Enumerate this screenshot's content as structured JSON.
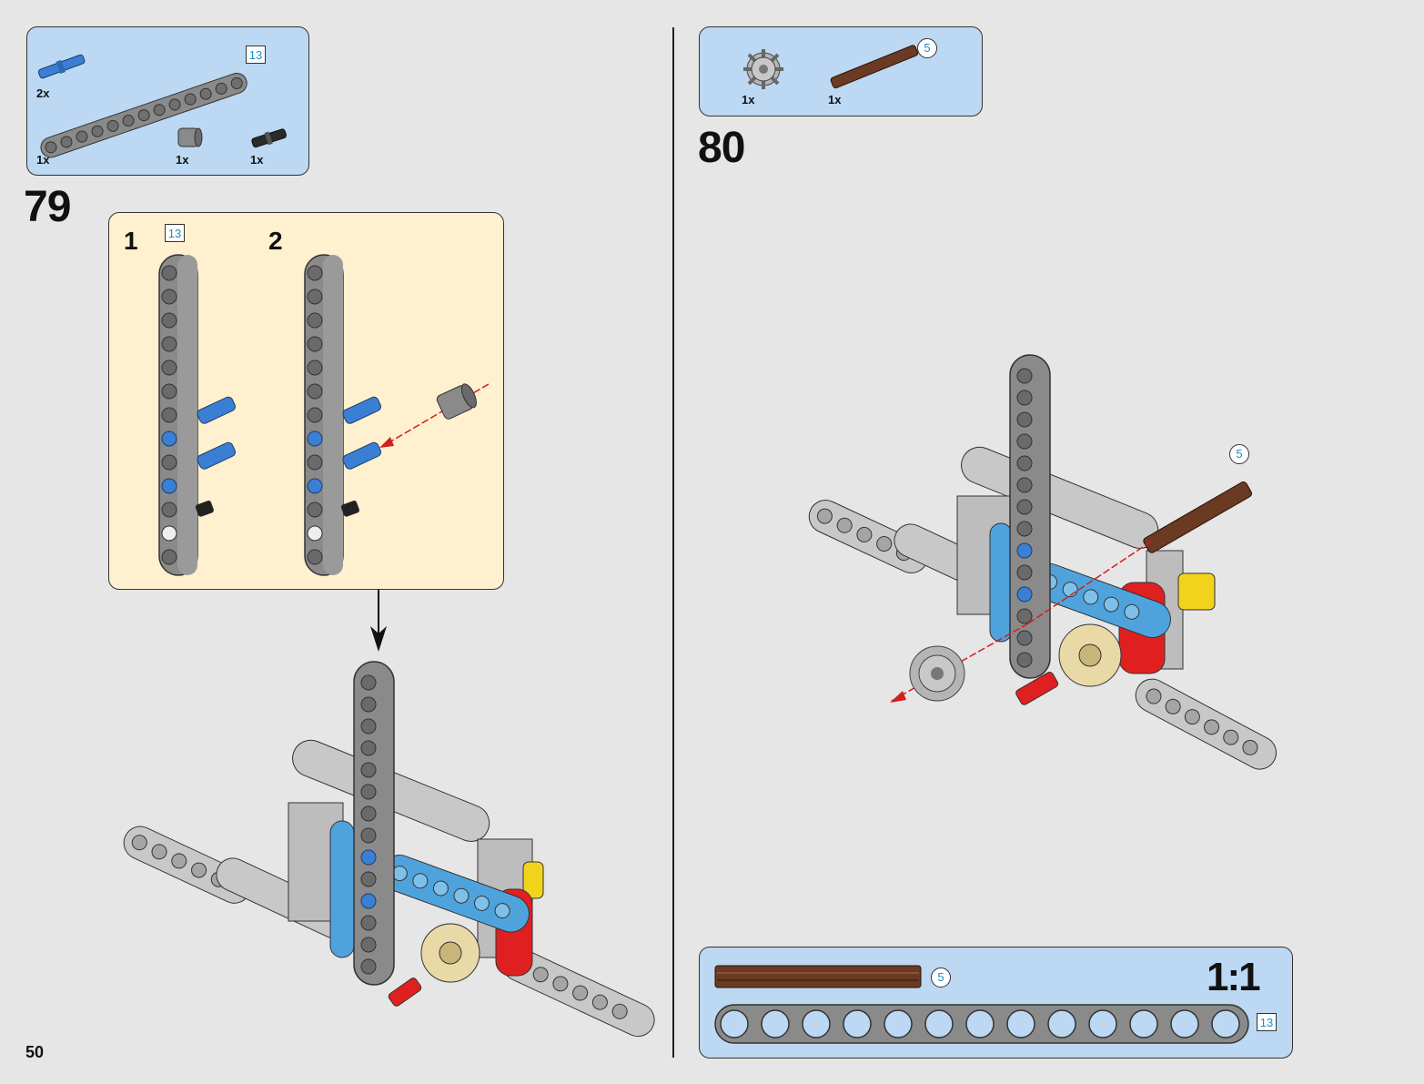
{
  "page": {
    "number": "50"
  },
  "step79": {
    "number": "79",
    "parts": [
      {
        "qty": "2x",
        "icon": "blue-axle-pin-icon"
      },
      {
        "qty": "1x",
        "icon": "grey-beam-13-icon",
        "length": "13"
      },
      {
        "qty": "1x",
        "icon": "bush-icon"
      },
      {
        "qty": "1x",
        "icon": "black-pin-icon"
      }
    ],
    "substeps": [
      {
        "number": "1",
        "length": "13"
      },
      {
        "number": "2"
      }
    ]
  },
  "step80": {
    "number": "80",
    "parts": [
      {
        "qty": "1x",
        "icon": "gear-icon"
      },
      {
        "qty": "1x",
        "icon": "brown-axle-icon",
        "length": "5"
      }
    ],
    "callout_length": "5"
  },
  "scale_reference": {
    "label": "1:1",
    "axle_length": "5",
    "beam_length": "13"
  },
  "colors": {
    "background": "#e6e6e6",
    "parts_box": "#bcd8f2",
    "substep_box": "#fff0cf",
    "beam_grey": "#8a8a8a",
    "light_grey": "#c8c8c8",
    "blue": "#3b7fd4",
    "azure": "#4fa3dc",
    "red": "#e02020",
    "tan": "#e9d9a6",
    "brown": "#6b3a22",
    "yellow": "#f2d31c",
    "length_text": "#1a8fc8"
  }
}
